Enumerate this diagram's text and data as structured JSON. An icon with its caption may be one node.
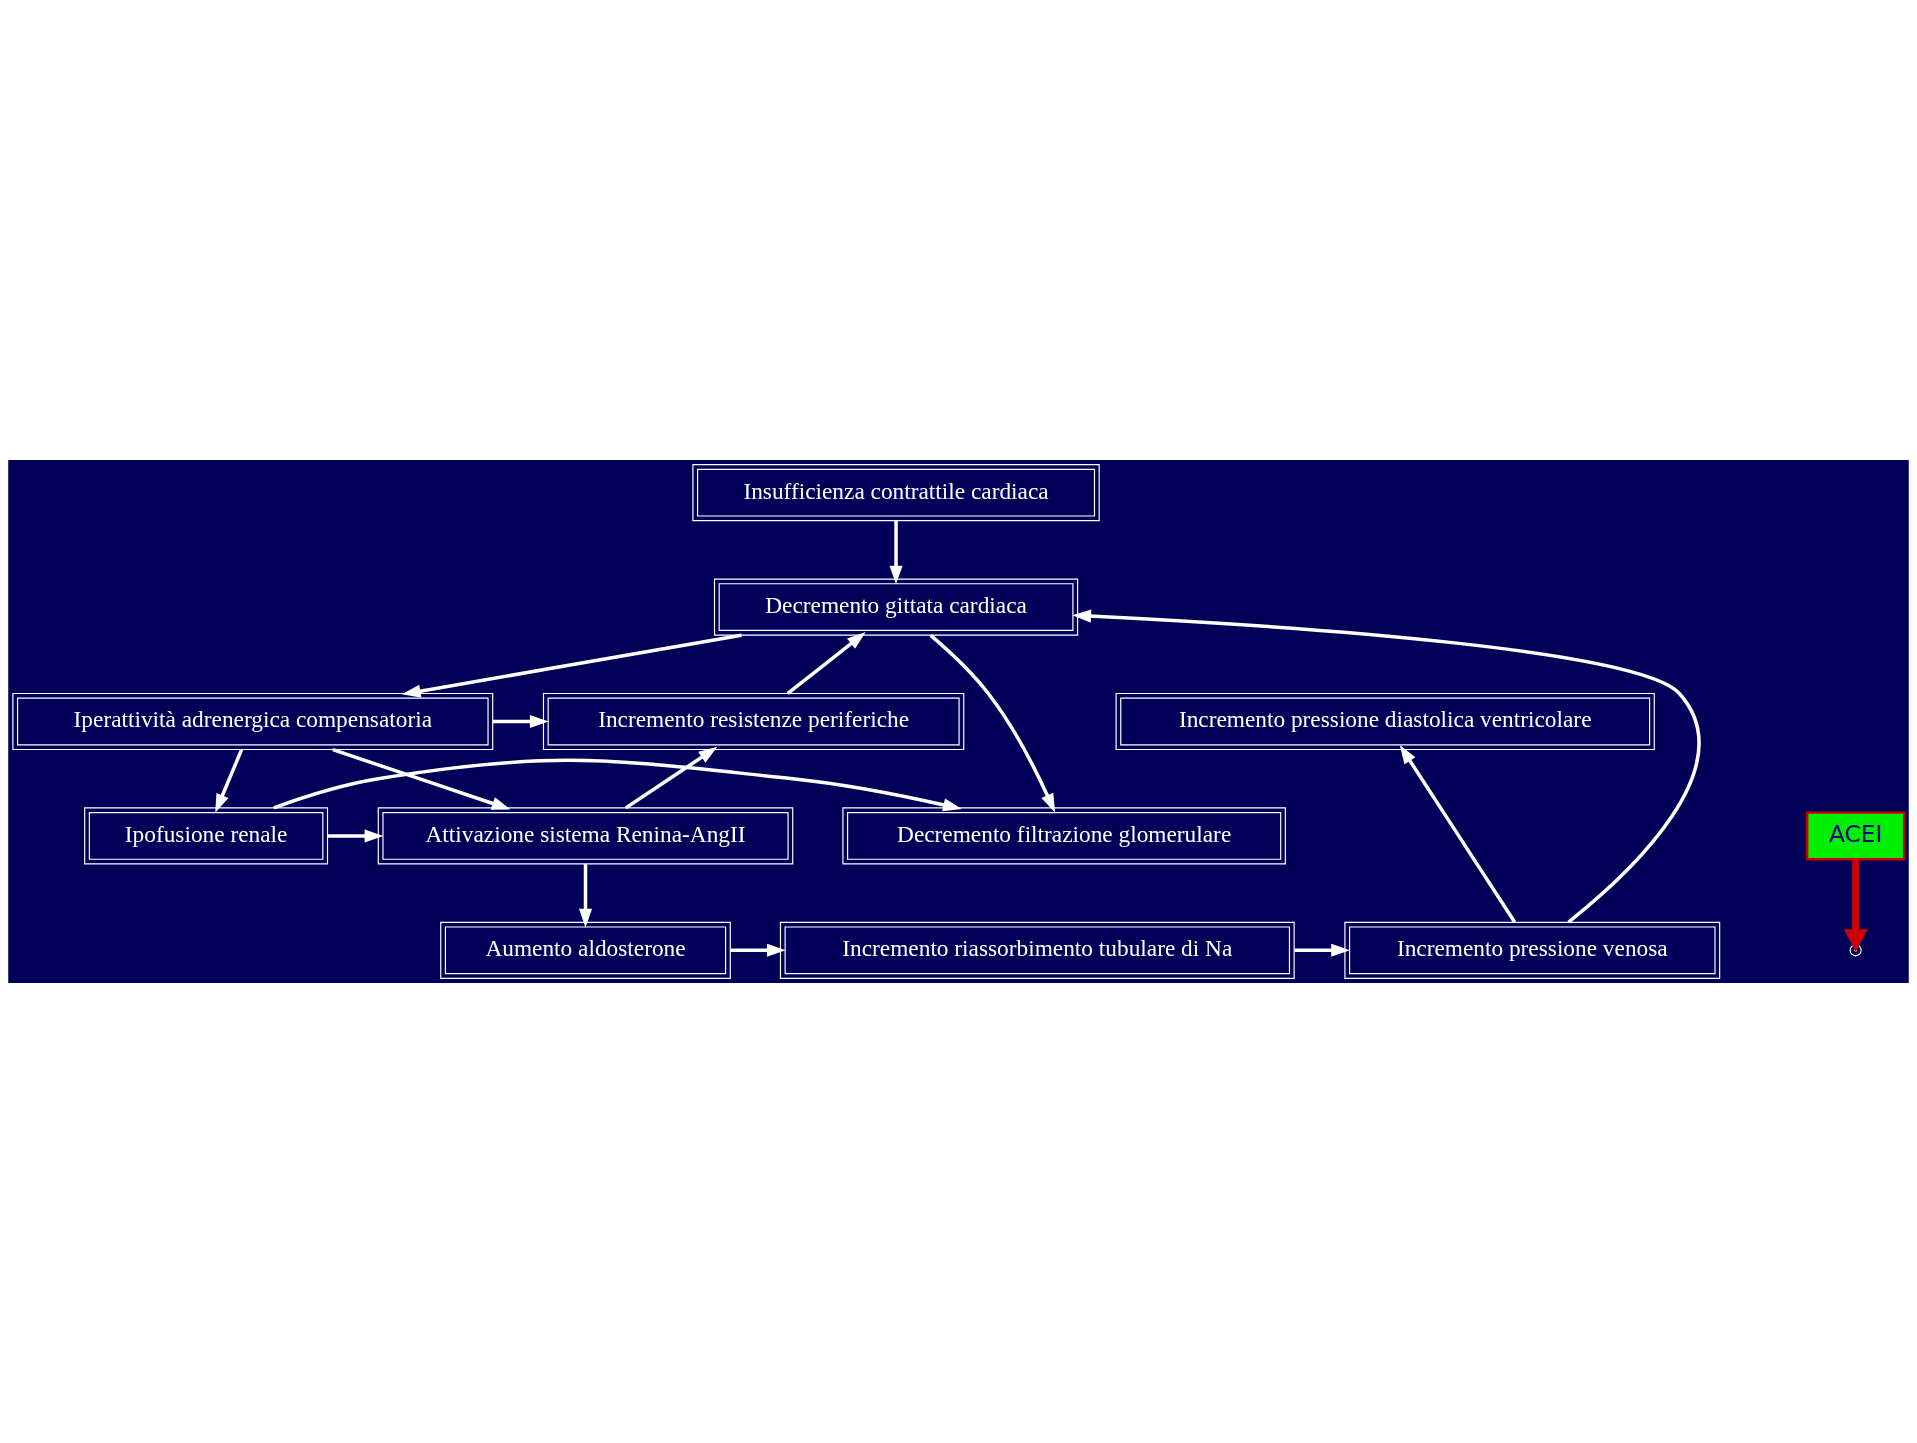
{
  "diagram": {
    "nodes": [
      {
        "text": [
          "Insufficienza contrattile cardiaca"
        ]
      },
      {
        "text": [
          "Decremento gittata cardiaca"
        ]
      },
      {
        "text": [
          "Incremento resistenze periferiche"
        ]
      },
      {
        "text": [
          "Iperattività adrenergica compensatoria"
        ]
      },
      {
        "text": [
          "Incremento pressione diastolica ventricolare"
        ]
      },
      {
        "text": [
          "ACEI"
        ]
      },
      {
        "text": [
          "Attivazione sistema Renina-AngII"
        ]
      },
      {
        "text": [
          "Ipofusione renale"
        ]
      },
      {
        "text": [
          "Decremento filtrazione glomerulare"
        ]
      },
      {
        "text": [
          "Aumento aldosterone"
        ]
      },
      {
        "text": [
          "Incremento riassorbimento tubulare di Na"
        ]
      },
      {
        "text": [
          "Incremento pressione venosa"
        ]
      }
    ],
    "edges": [
      {
        "from": 0,
        "to": 1,
        "arrow": "to"
      },
      {
        "from": 2,
        "to": 1,
        "arrow": "to"
      },
      {
        "from": 11,
        "to": 1,
        "arrow": "to"
      },
      {
        "from": 11,
        "to": 4,
        "arrow": "to"
      },
      {
        "from": 1,
        "to": 3,
        "arrow": "to"
      },
      {
        "from": 1,
        "to": 8,
        "arrow": "to"
      },
      {
        "from": 3,
        "to": 2,
        "arrow": "to"
      },
      {
        "from": 3,
        "to": 6,
        "arrow": "to"
      },
      {
        "from": 3,
        "to": 7,
        "arrow": "to"
      },
      {
        "from": 5,
        "to": null,
        "arrow": "to",
        "style": "thick",
        "color": "#cc0000"
      },
      {
        "from": 7,
        "to": 6,
        "arrow": "to"
      },
      {
        "from": 7,
        "to": 8,
        "arrow": "to"
      },
      {
        "from": 6,
        "to": 2,
        "arrow": "to"
      },
      {
        "from": 6,
        "to": 9,
        "arrow": "to"
      },
      {
        "from": 9,
        "to": 10,
        "arrow": "to"
      },
      {
        "from": 10,
        "to": 11,
        "arrow": "to"
      }
    ]
  }
}
